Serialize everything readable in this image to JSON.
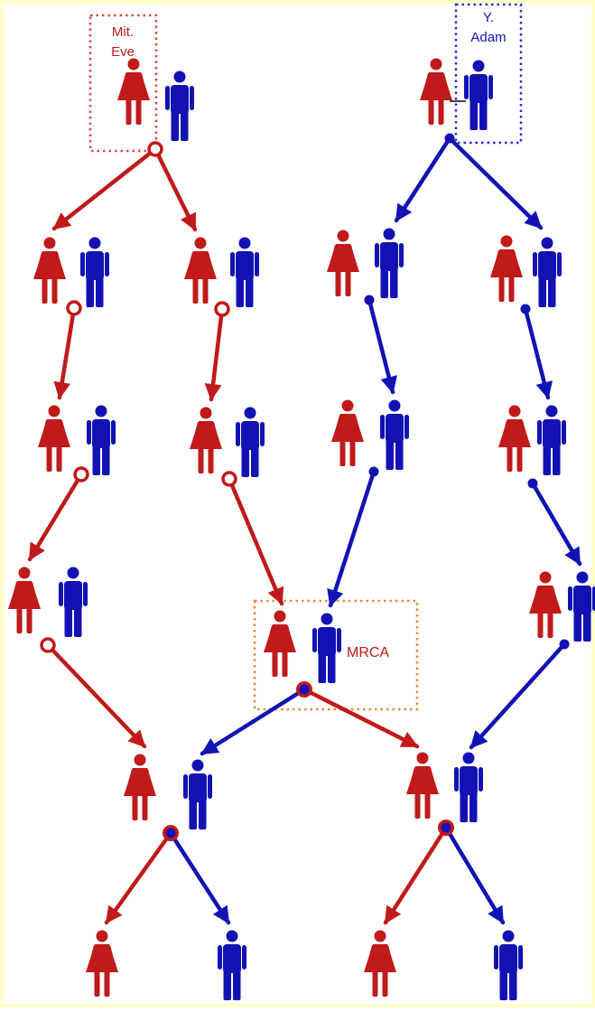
{
  "labels": {
    "eve_line1": "Mit.",
    "eve_line2": "Eve",
    "adam_line1": "Y.",
    "adam_line2": "Adam",
    "mrca": "MRCA"
  },
  "colors": {
    "female": "#c01a1a",
    "male": "#1212b4",
    "eve_box": "#d94a4a",
    "adam_box": "#2a2ad8",
    "mrca_box": "#e08a3a",
    "border": "#ffffc8",
    "background": "#ffffff"
  },
  "icons": [
    "female-icon",
    "male-icon",
    "ring-node-icon",
    "dot-node-icon",
    "arrow-icon"
  ]
}
